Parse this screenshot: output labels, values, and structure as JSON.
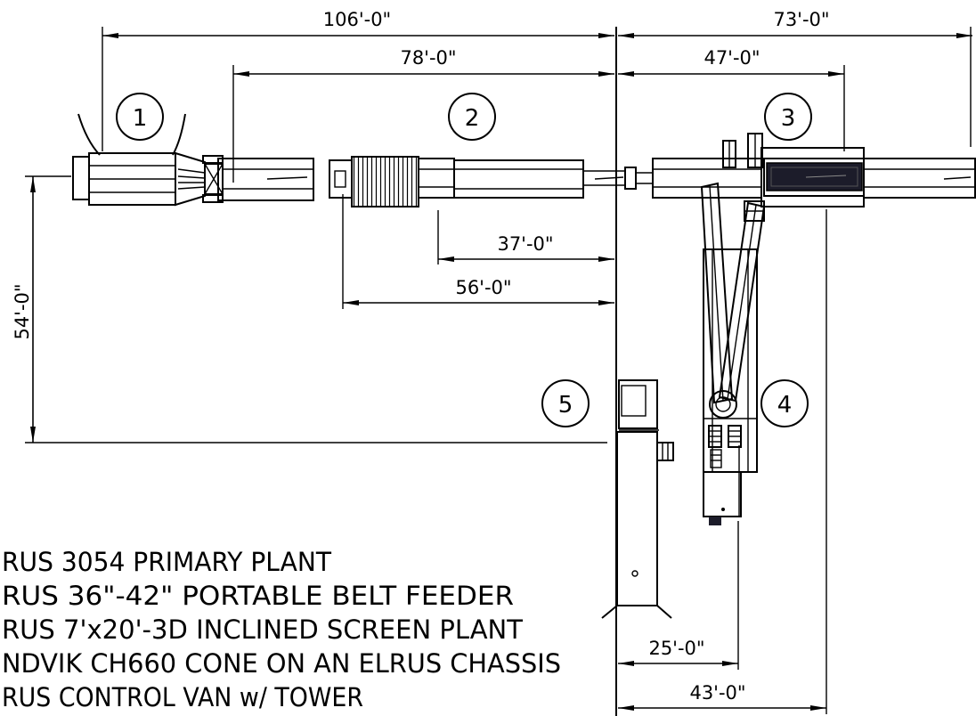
{
  "dimensions": {
    "d106": "106'-0\"",
    "d73": "73'-0\"",
    "d78": "78'-0\"",
    "d47": "47'-0\"",
    "d37": "37'-0\"",
    "d56": "56'-0\"",
    "d54": "54'-0\"",
    "d25": "25'-0\"",
    "d43": "43'-0\""
  },
  "callouts": [
    "1",
    "2",
    "3",
    "4",
    "5"
  ],
  "legend": [
    "RUS 3054 PRIMARY PLANT",
    "RUS 36\"-42\" PORTABLE BELT FEEDER",
    "RUS 7'x20'-3D INCLINED SCREEN PLANT",
    "NDVIK CH660 CONE ON AN ELRUS CHASSIS",
    "RUS CONTROL VAN w/ TOWER"
  ]
}
